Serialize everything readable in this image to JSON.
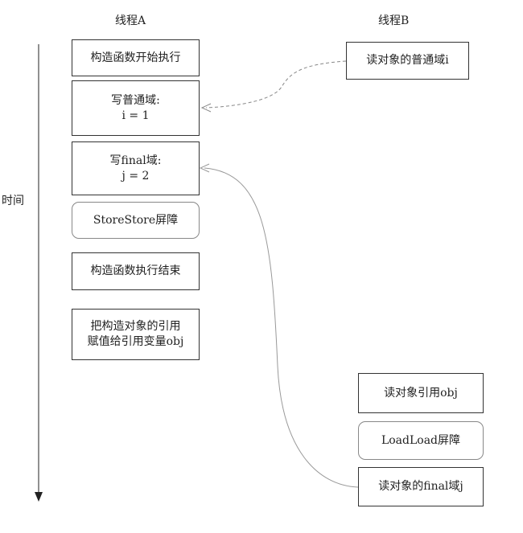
{
  "headers": {
    "thread_a": "线程A",
    "thread_b": "线程B",
    "time": "时间"
  },
  "thread_a_steps": [
    {
      "lines": [
        "构造函数开始执行"
      ]
    },
    {
      "lines": [
        "写普通域:",
        "i = 1"
      ]
    },
    {
      "lines": [
        "写final域:",
        "j = 2"
      ]
    },
    {
      "lines": [
        "StoreStore屏障"
      ]
    },
    {
      "lines": [
        "构造函数执行结束"
      ]
    },
    {
      "lines": [
        "把构造对象的引用",
        "赋值给引用变量obj"
      ]
    }
  ],
  "thread_b_steps": [
    {
      "lines": [
        "读对象的普通域i"
      ]
    },
    {
      "lines": [
        "读对象引用obj"
      ]
    },
    {
      "lines": [
        "LoadLoad屏障"
      ]
    },
    {
      "lines": [
        "读对象的final域j"
      ]
    }
  ],
  "colors": {
    "box_border": "#333333",
    "barrier_border": "#888888",
    "arrow": "#888888",
    "text": "#222222"
  }
}
